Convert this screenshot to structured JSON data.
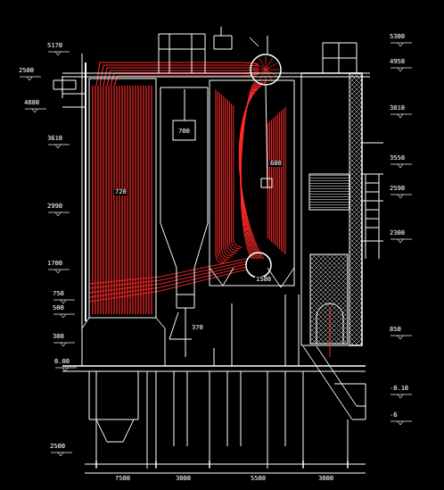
{
  "diagram": {
    "labels": [
      "5170",
      "2500",
      "4880",
      "3610",
      "2990",
      "1700",
      "750",
      "500",
      "300",
      "0.00",
      "2500",
      "5300",
      "4950",
      "3810",
      "3550",
      "2590",
      "2300",
      "850",
      "-0.10",
      "-6",
      "700",
      "720",
      "1500",
      "600",
      "370",
      "7500",
      "3000",
      "5500",
      "3000"
    ]
  }
}
